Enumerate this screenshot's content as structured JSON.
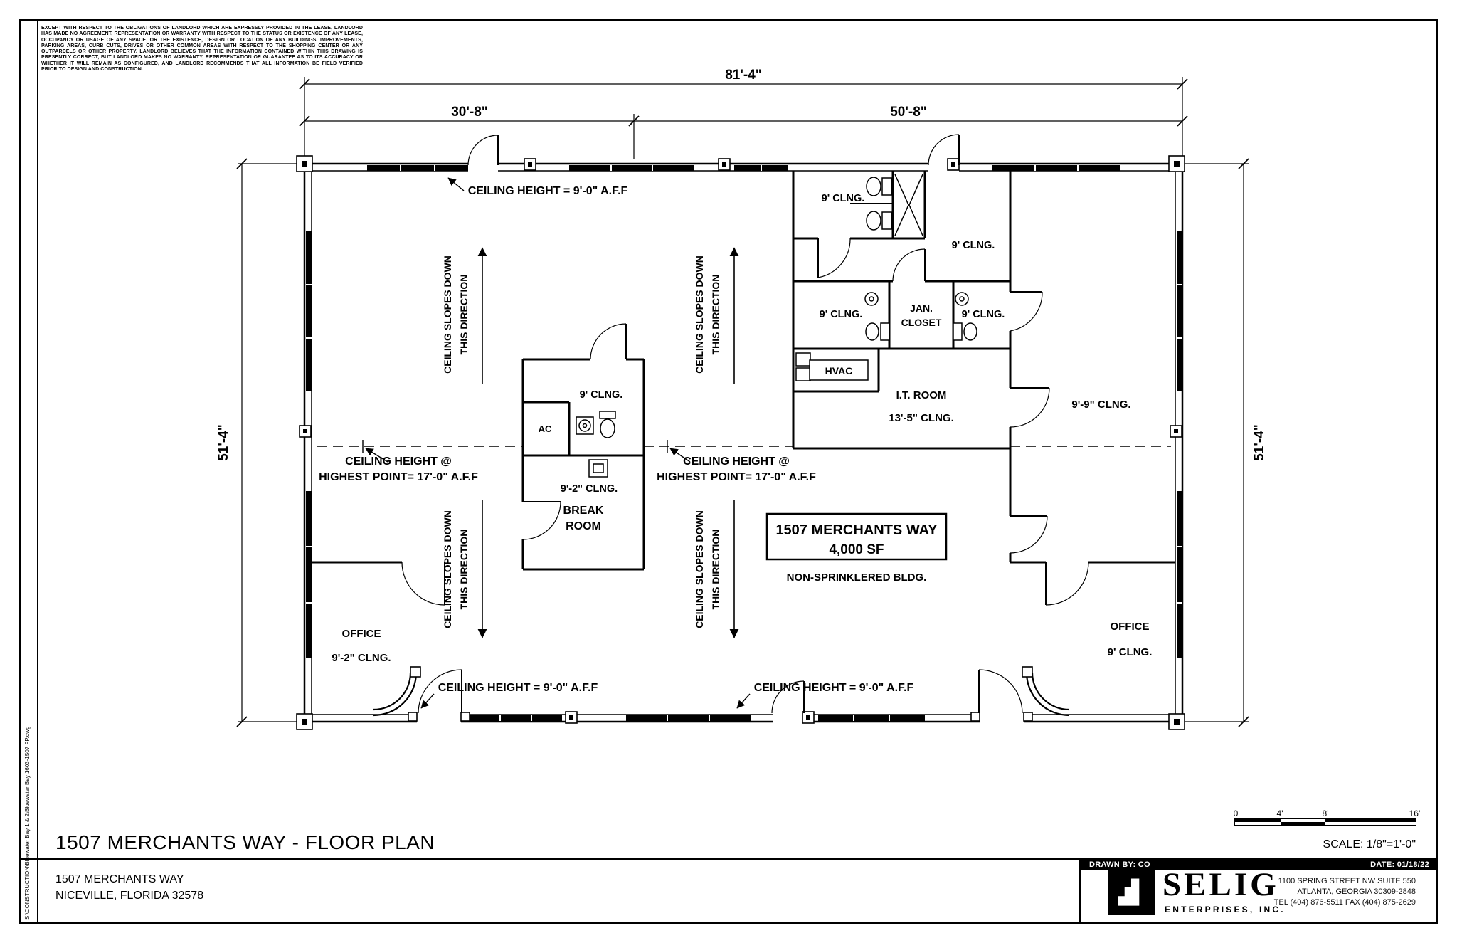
{
  "sheet": {
    "title": "1507 MERCHANTS WAY - FLOOR PLAN",
    "address_line1": "1507 MERCHANTS WAY",
    "address_line2": "NICEVILLE, FLORIDA  32578",
    "drawn_by_label": "DRAWN BY: CO",
    "date_label": "DATE: 01/18/22",
    "scale_label": "SCALE: 1/8\"=1'-0\"",
    "disclaimer": "EXCEPT WITH RESPECT TO THE OBLIGATIONS OF LANDLORD WHICH ARE EXPRESSLY PROVIDED IN THE LEASE, LANDLORD HAS MADE NO AGREEMENT, REPRESENTATION OR WARRANTY WITH RESPECT TO THE STATUS OR EXISTENCE OF ANY LEASE, OCCUPANCY OR USAGE OF ANY SPACE, OR THE EXISTENCE, DESIGN OR LOCATION OF ANY BUILDINGS, IMPROVEMENTS, PARKING AREAS, CURB CUTS, DRIVES OR OTHER COMMON AREAS WITH RESPECT TO THE SHOPPING CENTER OR ANY OUTPARCELS OR OTHER PROPERTY.  LANDLORD BELIEVES THAT THE INFORMATION CONTAINED WITHIN THIS DRAWING IS PRESENTLY CORRECT, BUT LANDLORD MAKES NO WARRANTY, REPRESENTATION OR GUARANTEE AS TO ITS ACCURACY OR WHETHER IT WILL REMAIN AS CONFIGURED, AND LANDLORD RECOMMENDS THAT ALL INFORMATION BE FIELD VERIFIED PRIOR TO DESIGN AND CONSTRUCTION.",
    "file_note": "S:\\CONSTRUCTION\\Bluewater Bay 1 & 2\\Bluewater Bay 1603-1507 FP.dwg"
  },
  "company": {
    "name": "SELIG",
    "subtitle": "ENTERPRISES, INC.",
    "addr1": "1100 SPRING STREET NW SUITE 550",
    "addr2": "ATLANTA, GEORGIA 30309-2848",
    "addr3": "TEL (404) 876-5511 FAX (404) 875-2629"
  },
  "scalebar": {
    "t0": "0",
    "t4": "4'",
    "t8": "8'",
    "t16": "16'"
  },
  "dims": {
    "w": "81'-4\"",
    "w1": "30'-8\"",
    "w2": "50'-8\"",
    "h": "51'-4\""
  },
  "labels": {
    "ch9": "CEILING HEIGHT = 9'-0\" A.F.F",
    "ch_at": "CEILING HEIGHT @",
    "ch_high": "HIGHEST POINT= 17'-0\" A.F.F",
    "slopes": "CEILING SLOPES DOWN",
    "direction": "THIS DIRECTION",
    "c9": "9' CLNG.",
    "c92": "9'-2\" CLNG.",
    "c99": "9'-9\" CLNG.",
    "c135": "13'-5\" CLNG.",
    "jan1": "JAN.",
    "jan2": "CLOSET",
    "hvac": "HVAC",
    "it": "I.T. ROOM",
    "ac": "AC",
    "brk1": "BREAK",
    "brk2": "ROOM",
    "office": "OFFICE",
    "bldg1": "1507 MERCHANTS WAY",
    "bldg2": "4,000 SF",
    "nonspk": "NON-SPRINKLERED BLDG."
  }
}
